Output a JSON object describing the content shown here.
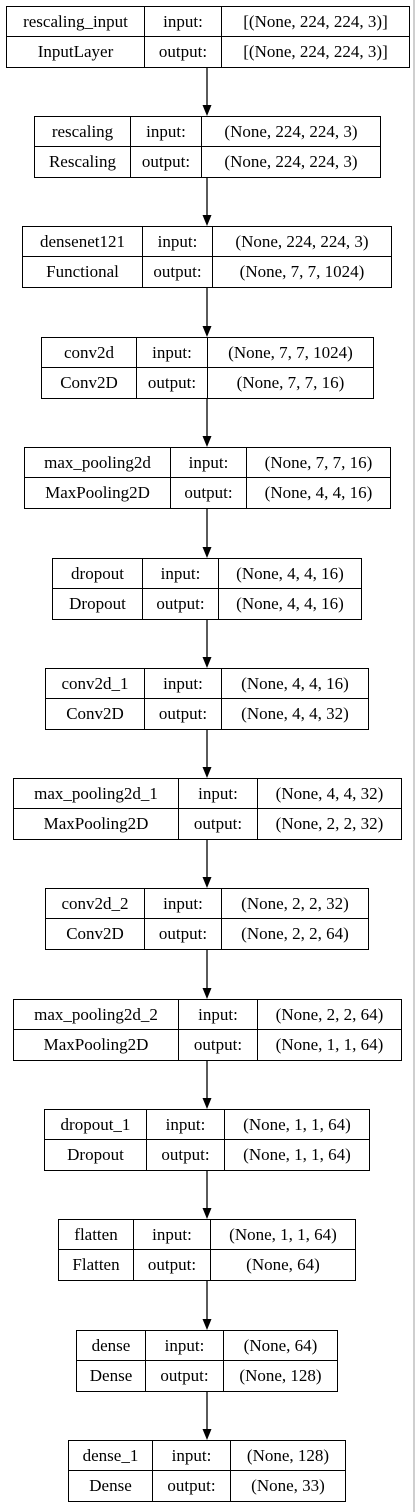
{
  "layers": [
    {
      "name": "rescaling_input",
      "type": "InputLayer",
      "in_label": "input:",
      "out_label": "output:",
      "input": "[(None, 224, 224, 3)]",
      "output": "[(None, 224, 224, 3)]"
    },
    {
      "name": "rescaling",
      "type": "Rescaling",
      "in_label": "input:",
      "out_label": "output:",
      "input": "(None, 224, 224, 3)",
      "output": "(None, 224, 224, 3)"
    },
    {
      "name": "densenet121",
      "type": "Functional",
      "in_label": "input:",
      "out_label": "output:",
      "input": "(None, 224, 224, 3)",
      "output": "(None, 7, 7, 1024)"
    },
    {
      "name": "conv2d",
      "type": "Conv2D",
      "in_label": "input:",
      "out_label": "output:",
      "input": "(None, 7, 7, 1024)",
      "output": "(None, 7, 7, 16)"
    },
    {
      "name": "max_pooling2d",
      "type": "MaxPooling2D",
      "in_label": "input:",
      "out_label": "output:",
      "input": "(None, 7, 7, 16)",
      "output": "(None, 4, 4, 16)"
    },
    {
      "name": "dropout",
      "type": "Dropout",
      "in_label": "input:",
      "out_label": "output:",
      "input": "(None, 4, 4, 16)",
      "output": "(None, 4, 4, 16)"
    },
    {
      "name": "conv2d_1",
      "type": "Conv2D",
      "in_label": "input:",
      "out_label": "output:",
      "input": "(None, 4, 4, 16)",
      "output": "(None, 4, 4, 32)"
    },
    {
      "name": "max_pooling2d_1",
      "type": "MaxPooling2D",
      "in_label": "input:",
      "out_label": "output:",
      "input": "(None, 4, 4, 32)",
      "output": "(None, 2, 2, 32)"
    },
    {
      "name": "conv2d_2",
      "type": "Conv2D",
      "in_label": "input:",
      "out_label": "output:",
      "input": "(None, 2, 2, 32)",
      "output": "(None, 2, 2, 64)"
    },
    {
      "name": "max_pooling2d_2",
      "type": "MaxPooling2D",
      "in_label": "input:",
      "out_label": "output:",
      "input": "(None, 2, 2, 64)",
      "output": "(None, 1, 1, 64)"
    },
    {
      "name": "dropout_1",
      "type": "Dropout",
      "in_label": "input:",
      "out_label": "output:",
      "input": "(None, 1, 1, 64)",
      "output": "(None, 1, 1, 64)"
    },
    {
      "name": "flatten",
      "type": "Flatten",
      "in_label": "input:",
      "out_label": "output:",
      "input": "(None, 1, 1, 64)",
      "output": "(None, 64)"
    },
    {
      "name": "dense",
      "type": "Dense",
      "in_label": "input:",
      "out_label": "output:",
      "input": "(None, 64)",
      "output": "(None, 128)"
    },
    {
      "name": "dense_1",
      "type": "Dense",
      "in_label": "input:",
      "out_label": "output:",
      "input": "(None, 128)",
      "output": "(None, 33)"
    }
  ]
}
